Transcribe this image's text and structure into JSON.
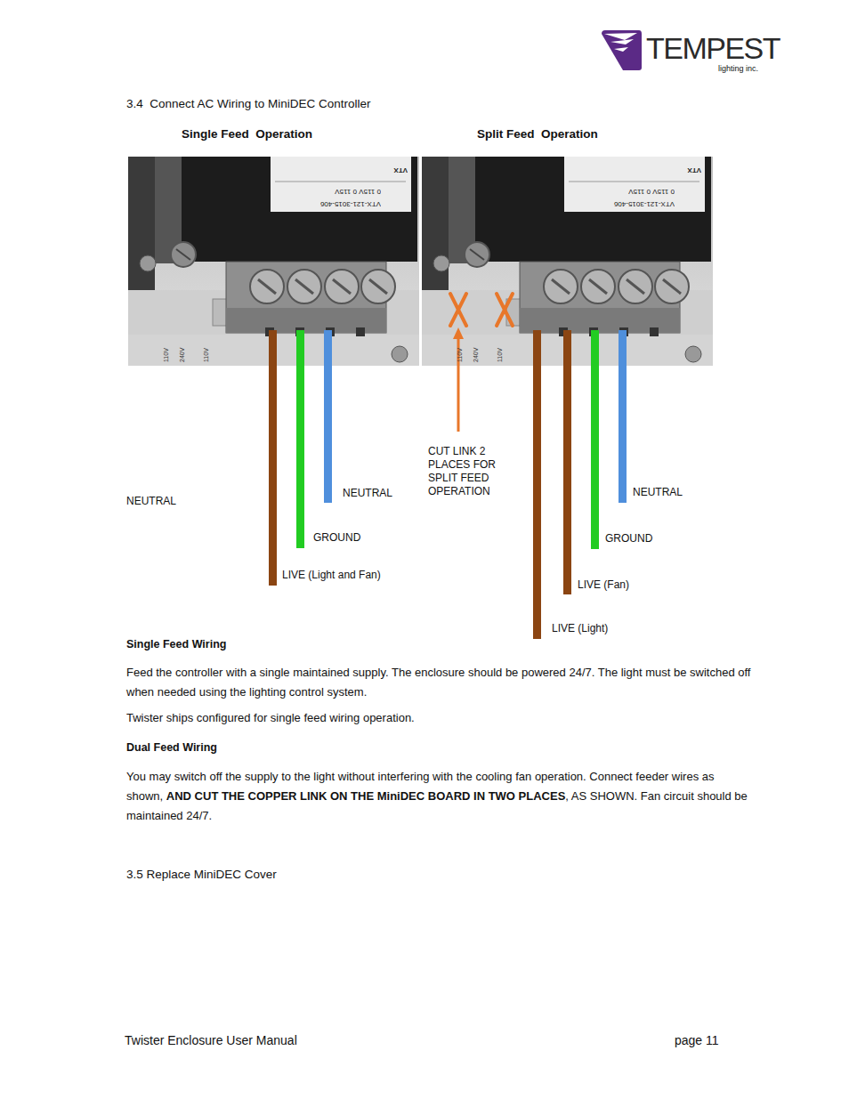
{
  "diagram": {
    "title": "3.4  Connect AC Wiring to MiniDEC Controller",
    "labels": [
      "TEMPEST",
      "lighting inc.",
      "Single Feed  Operation",
      "Split Feed  Operation",
      "VTX",
      "VTX-121-3015-406",
      "0 115V 0 115V",
      "110V",
      "240V",
      "110V",
      "VTX",
      "VTX-121-3015-406",
      "0 115V 0 115V",
      "110V",
      "240V",
      "110V",
      "NEUTRAL",
      "NEUTRAL",
      "GROUND",
      "LIVE (Light and Fan)",
      "CUT LINK 2 PLACES FOR SPLIT FEED OPERATION",
      "NEUTRAL",
      "GROUND",
      "LIVE (Fan)",
      "LIVE (Light)",
      "Single Feed Wiring",
      "Feed the controller with a single maintained supply. The enclosure should be powered 24/7. The light must be switched off when needed using the lighting control system.",
      "Twister ships configured for single feed wiring operation.",
      "Dual Feed Wiring",
      "You may switch off the supply to the light without interfering with the cooling fan operation. Connect feeder wires as shown,",
      "AND CUT THE COPPER LINK ON THE MiniDEC BOARD IN TWO PLACES",
      ", AS SHOWN. Fan circuit should be maintained 24/7.",
      "3.5 Replace MiniDEC Cover",
      "Twister Enclosure User Manual",
      "page 11"
    ]
  }
}
